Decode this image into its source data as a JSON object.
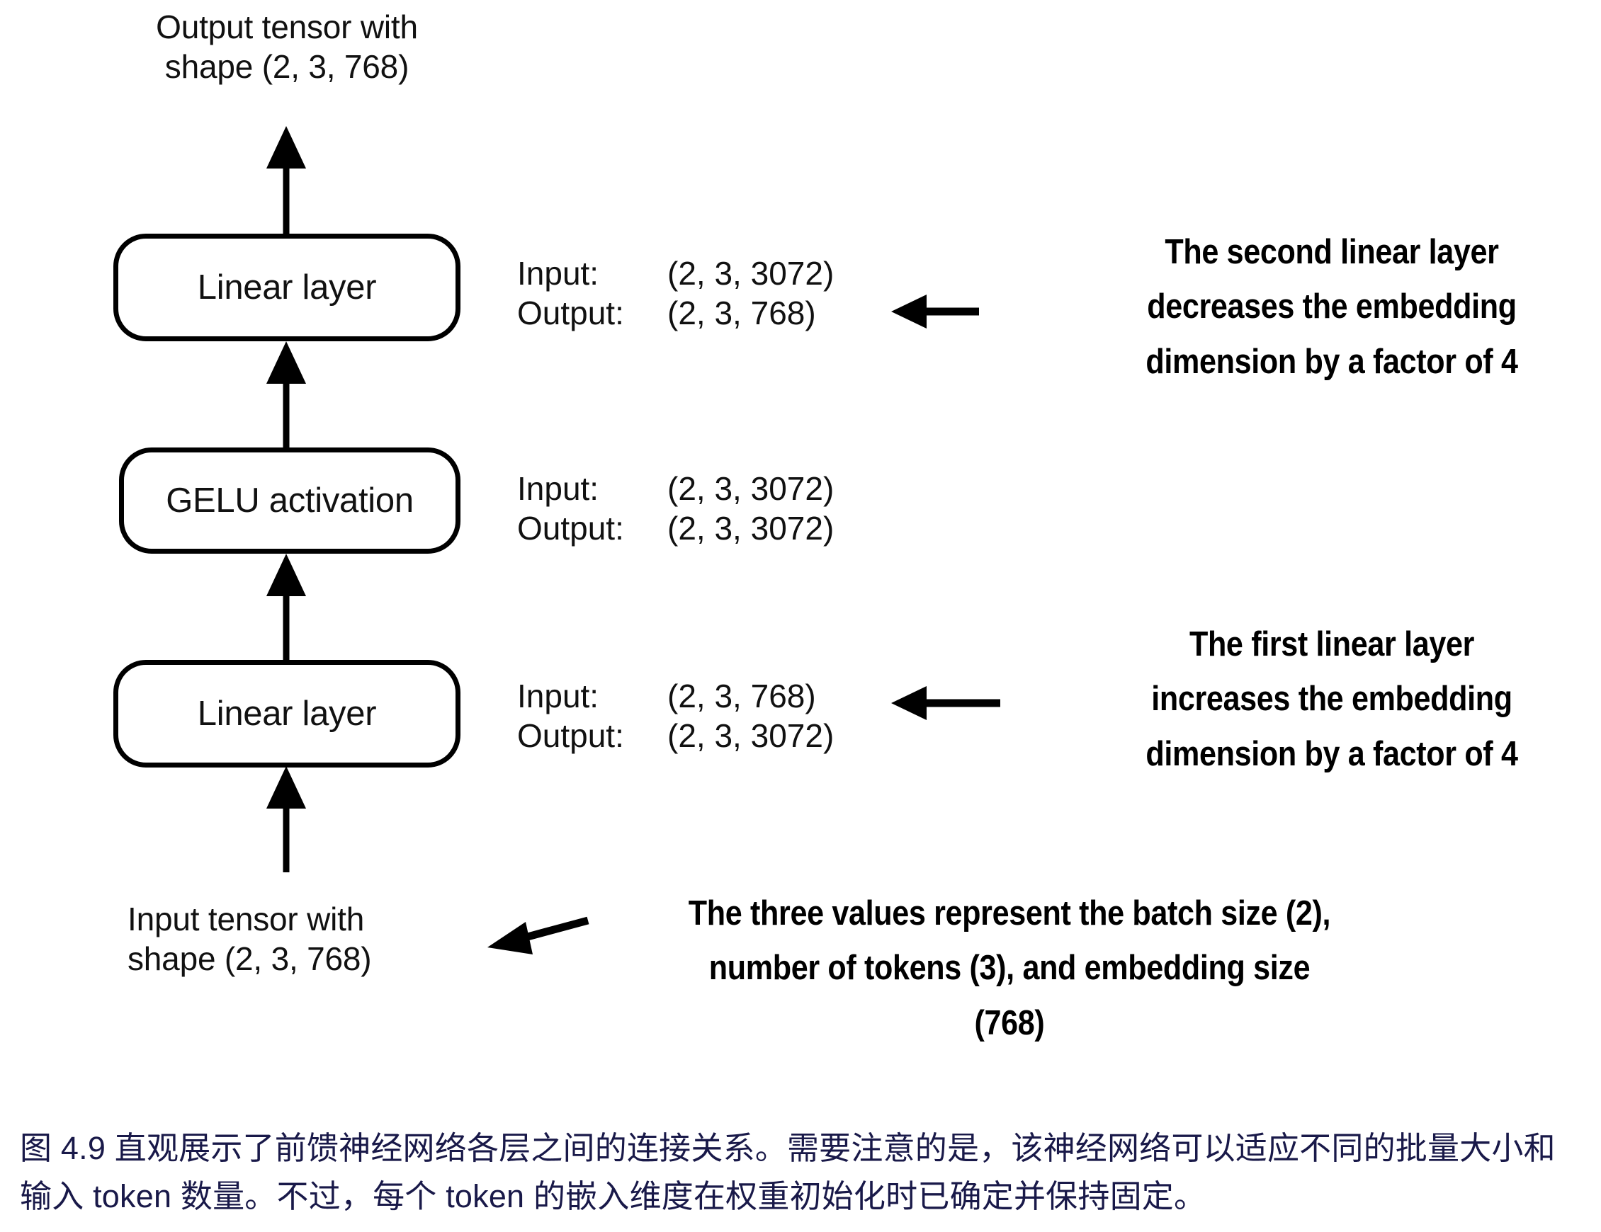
{
  "figure": {
    "top_label": "Output tensor with\nshape (2, 3, 768)",
    "bottom_label": "Input tensor with\nshape (2, 3, 768)",
    "nodes": [
      {
        "id": "linear-2",
        "label": "Linear layer"
      },
      {
        "id": "gelu",
        "label": "GELU activation"
      },
      {
        "id": "linear-1",
        "label": "Linear layer"
      }
    ],
    "io_specs": [
      {
        "for": "linear-2",
        "input_key": "Input:",
        "input_value": "(2, 3, 3072)",
        "output_key": "Output:",
        "output_value": "(2, 3, 768)"
      },
      {
        "for": "gelu",
        "input_key": "Input:",
        "input_value": "(2, 3, 3072)",
        "output_key": "Output:",
        "output_value": "(2, 3, 3072)"
      },
      {
        "for": "linear-1",
        "input_key": "Input:",
        "input_value": "(2, 3, 768)",
        "output_key": "Output:",
        "output_value": "(2, 3, 3072)"
      }
    ],
    "callouts": [
      {
        "id": "second-linear-note",
        "text": "The second linear layer\ndecreases the embedding\ndimension by a factor of 4"
      },
      {
        "id": "first-linear-note",
        "text": "The first linear layer\nincreases the embedding\ndimension by a factor of 4"
      },
      {
        "id": "three-values-note",
        "text": "The three values represent the batch size (2),\nnumber of tokens (3), and embedding size\n(768)"
      }
    ],
    "arrow_color": "#000000",
    "box_border_color": "#000000"
  },
  "caption": {
    "color": "#191949",
    "line1": "图 4.9 直观展示了前馈神经网络各层之间的连接关系。需要注意的是，该神经网络可以适应不同的批量大小和",
    "line2": "输入 token 数量。不过，每个 token 的嵌入维度在权重初始化时已确定并保持固定。"
  }
}
